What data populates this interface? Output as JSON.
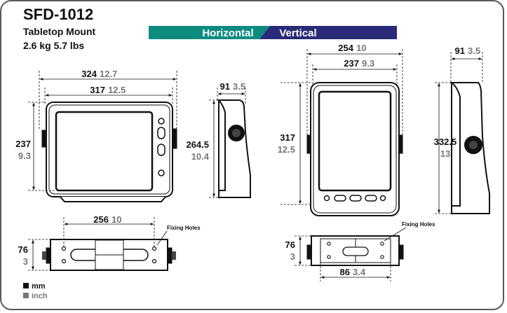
{
  "header": {
    "model": "SFD-1012",
    "mount": "Tabletop Mount",
    "weight": "2.6 kg 5.7 lbs"
  },
  "banner": {
    "left_label": "Horizontal",
    "right_label": "Vertical",
    "left_color": "#0e8b7f",
    "right_color": "#2a2a78"
  },
  "horizontal": {
    "width_outer_mm": "324",
    "width_outer_in": "12.7",
    "width_inner_mm": "317",
    "width_inner_in": "12.5",
    "height_mm": "237",
    "height_in": "9.3",
    "depth_mm": "91",
    "depth_in": "3.5",
    "side_height_mm": "264.5",
    "side_height_in": "10.4",
    "bracket_holes_mm": "256",
    "bracket_holes_in": "10",
    "bracket_height_mm": "76",
    "bracket_height_in": "3",
    "fixing_holes": "Fixing Holes"
  },
  "vertical": {
    "width_outer_mm": "254",
    "width_outer_in": "10",
    "width_inner_mm": "237",
    "width_inner_in": "9.3",
    "height_mm": "317",
    "height_in": "12.5",
    "depth_mm": "91",
    "depth_in": "3.5",
    "side_height_mm": "332.5",
    "side_height_in": "13",
    "bracket_holes_mm": "86",
    "bracket_holes_in": "3.4",
    "bracket_height_mm": "76",
    "bracket_height_in": "3",
    "fixing_holes": "Fixing Holes"
  },
  "legend": {
    "mm_label": "mm",
    "inch_label": "inch",
    "mm_color": "#111111",
    "inch_color": "#777777"
  }
}
